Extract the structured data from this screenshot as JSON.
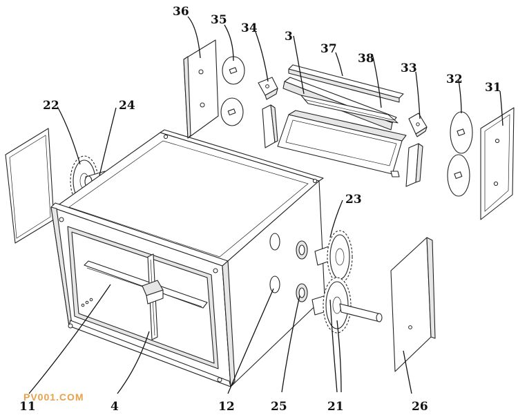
{
  "labels": {
    "l36": "36",
    "l35": "35",
    "l34": "34",
    "l3": "3",
    "l37": "37",
    "l38": "38",
    "l33": "33",
    "l32": "32",
    "l31": "31",
    "l22": "22",
    "l24": "24",
    "l23": "23",
    "l11": "11",
    "l4": "4",
    "l12": "12",
    "l25": "25",
    "l21": "21",
    "l26": "26"
  },
  "watermark": "PV001.COM"
}
